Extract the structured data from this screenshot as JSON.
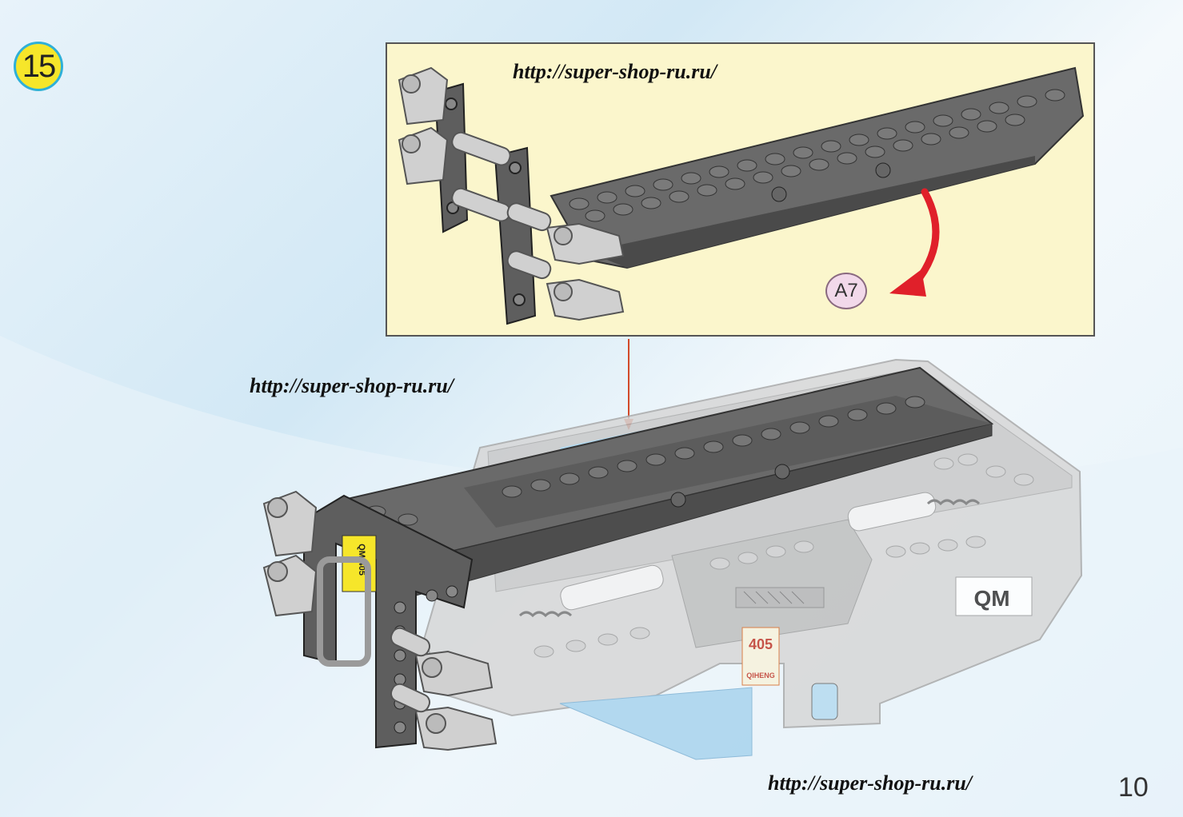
{
  "step": {
    "number": "15"
  },
  "inset": {
    "watermark_url": "http://super-shop-ru.ru/",
    "reference_label": "A7"
  },
  "main": {
    "watermark_url": "http://super-shop-ru.ru/",
    "sticker_side": "QM-405",
    "sticker_body_number": "405",
    "sticker_body_brand": "QIHENG",
    "sticker_rear": "QM"
  },
  "footer": {
    "watermark_url": "http://super-shop-ru.ru/",
    "page_number": "10"
  },
  "colors": {
    "inset_bg": "#fbf6cc",
    "step_badge_fill": "#f6e62a",
    "step_badge_ring": "#2fb0d8",
    "arrow_red": "#e0202a",
    "dark_gray_part": "#555555",
    "light_gray_part": "#c9c9c9"
  }
}
